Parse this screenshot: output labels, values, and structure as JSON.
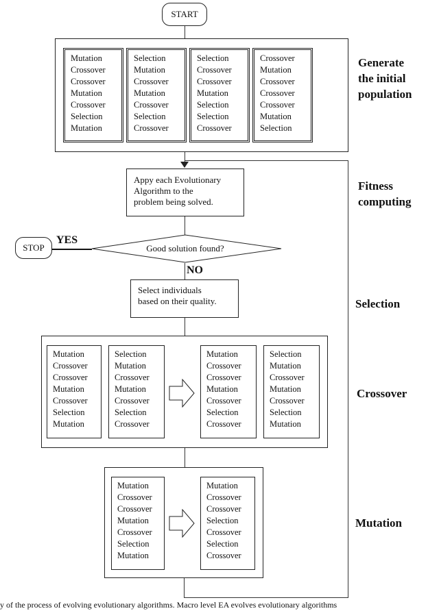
{
  "start_label": "START",
  "stop_label": "STOP",
  "yes_label": "YES",
  "no_label": "NO",
  "decision_text": "Good solution found?",
  "fitness_box_text": [
    "Appy each Evolutionary",
    "Algorithm to the",
    "problem being solved."
  ],
  "selection_box_text": [
    "Select individuals",
    "based on their quality."
  ],
  "stages": {
    "generate": [
      "Generate",
      "the initial",
      "population"
    ],
    "fitness": [
      "Fitness",
      "computing"
    ],
    "selection": [
      "Selection"
    ],
    "crossover": [
      "Crossover"
    ],
    "mutation": [
      "Mutation"
    ]
  },
  "initial_population": [
    [
      "Mutation",
      "Crossover",
      "Crossover",
      "Mutation",
      "Crossover",
      "Selection",
      "Mutation"
    ],
    [
      "Selection",
      "Mutation",
      "Crossover",
      "Mutation",
      "Crossover",
      "Selection",
      "Crossover"
    ],
    [
      "Selection",
      "Crossover",
      "Crossover",
      "Mutation",
      "Selection",
      "Selection",
      "Crossover"
    ],
    [
      "Crossover",
      "Mutation",
      "Crossover",
      "Crossover",
      "Crossover",
      "Mutation",
      "Selection"
    ]
  ],
  "crossover_parents": [
    [
      "Mutation",
      "Crossover",
      "Crossover",
      "Mutation",
      "Crossover",
      "Selection",
      "Mutation"
    ],
    [
      "Selection",
      "Mutation",
      "Crossover",
      "Mutation",
      "Crossover",
      "Selection",
      "Crossover"
    ]
  ],
  "crossover_children": [
    [
      "Mutation",
      "Crossover",
      "Crossover",
      "Mutation",
      "Crossover",
      "Selection",
      "Crossover"
    ],
    [
      "Selection",
      "Mutation",
      "Crossover",
      "Mutation",
      "Crossover",
      "Selection",
      "Mutation"
    ]
  ],
  "mutation_before": [
    "Mutation",
    "Crossover",
    "Crossover",
    "Mutation",
    "Crossover",
    "Selection",
    "Mutation"
  ],
  "mutation_after": [
    "Mutation",
    "Crossover",
    "Crossover",
    "Selection",
    "Crossover",
    "Selection",
    "Crossover"
  ],
  "caption": "y of the process of evolving evolutionary algorithms. Macro level EA evolves evolutionary algorithms"
}
